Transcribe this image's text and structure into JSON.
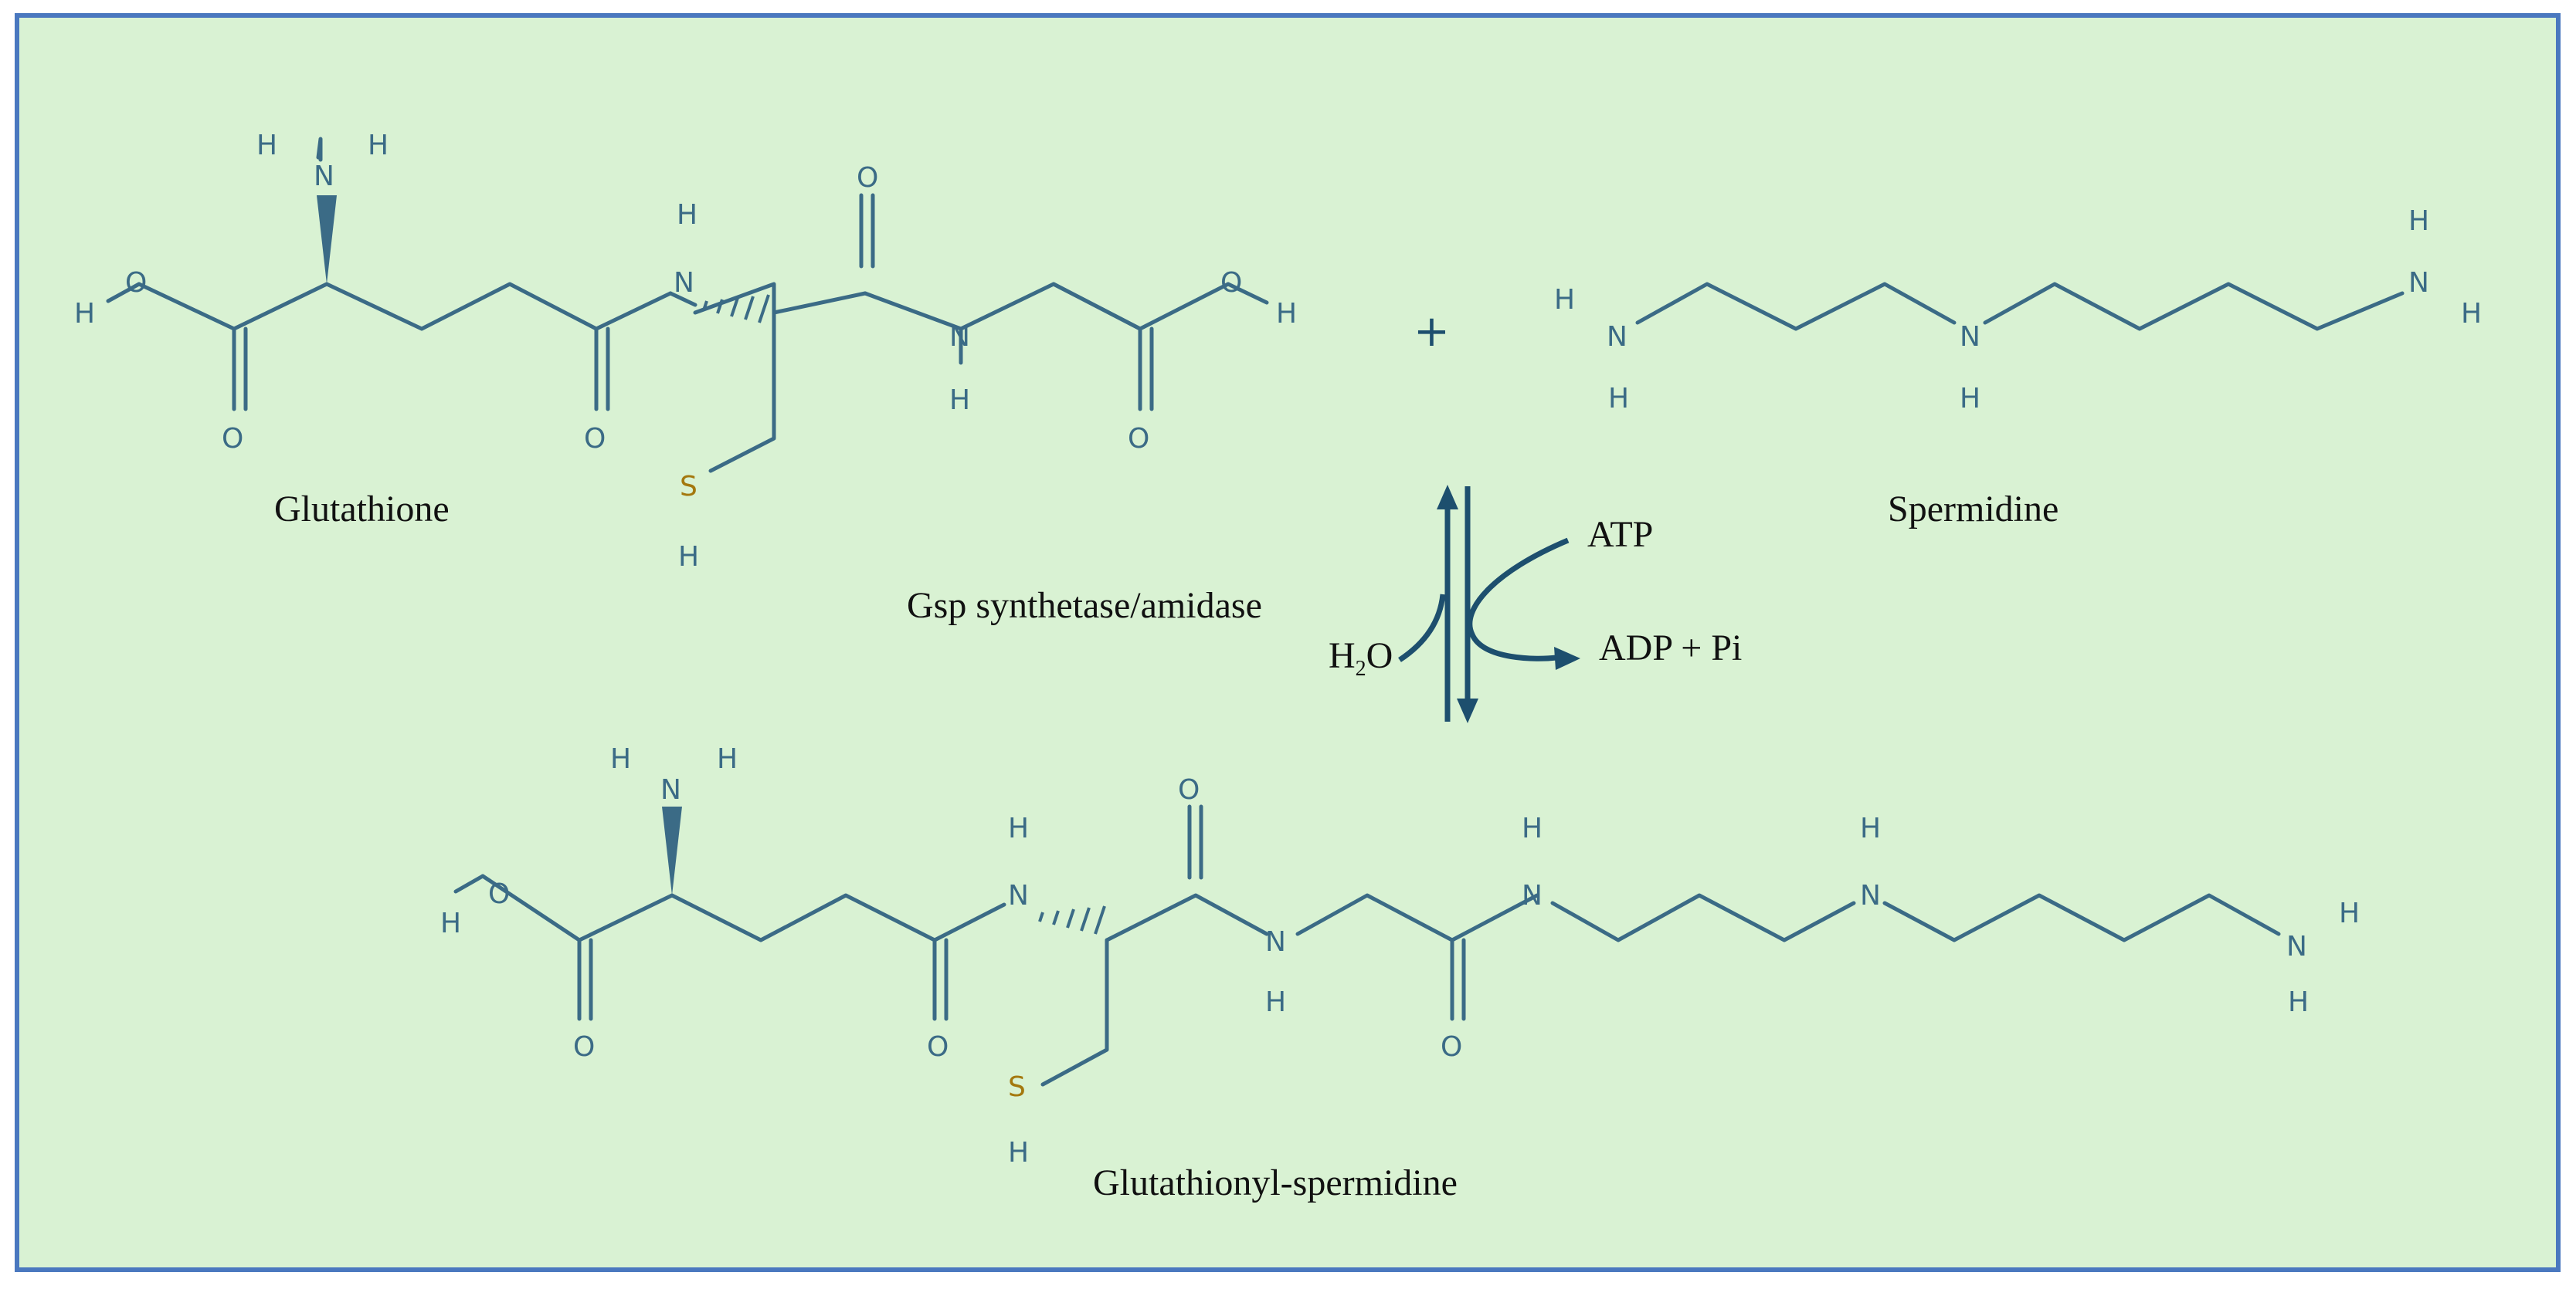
{
  "labels": {
    "glutathione": "Glutathione",
    "spermidine": "Spermidine",
    "product": "Glutathionyl-spermidine",
    "enzyme": "Gsp synthetase/amidase",
    "atp": "ATP",
    "adp": "ADP + Pi",
    "water_h": "H",
    "water_sub": "2",
    "water_o": "O",
    "plus": "+"
  },
  "atoms": {
    "h": "H",
    "n": "N",
    "o": "O",
    "s": "S"
  },
  "colors": {
    "background": "#d9f2d3",
    "border": "#4a78bf",
    "bond": "#3b6b86",
    "sulfur": "#a4780e",
    "arrow": "#1d4f6e"
  }
}
